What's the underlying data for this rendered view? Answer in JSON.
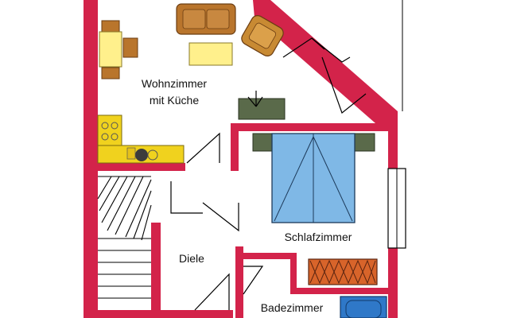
{
  "rooms": {
    "living_line1": "Wohnzimmer",
    "living_line2": "mit Küche",
    "bedroom": "Schlafzimmer",
    "hall": "Diele",
    "bathroom": "Badezimmer"
  },
  "colors": {
    "wall": "#d3234a",
    "furniture_brown": "#b9752c",
    "furniture_yellow": "#fff08c",
    "bed_blue": "#7fb8e6",
    "dark_green": "#5a6a4a",
    "kitchen_yellow": "#f0d21e",
    "dresser_orange": "#d8642a",
    "bath_blue": "#2f78c8"
  }
}
